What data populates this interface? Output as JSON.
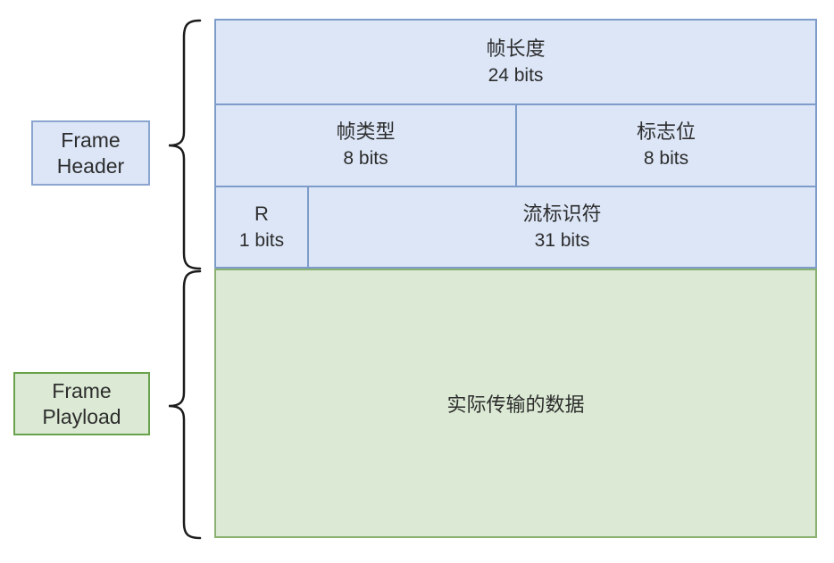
{
  "colors": {
    "blue-fill": "#dce6f7",
    "blue-border": "#7d9cc9",
    "green-fill": "#dcead5",
    "green-border": "#8bb172",
    "label-blue-border": "#8aa5cf",
    "label-green-border": "#69a24c",
    "text": "#2d2d2d",
    "brace": "#1c1c1c"
  },
  "labels": {
    "header": {
      "line1": "Frame",
      "line2": "Header"
    },
    "payload": {
      "line1": "Frame",
      "line2": "Playload"
    }
  },
  "table": {
    "rows": [
      {
        "cells": [
          {
            "name": "帧长度",
            "bits": "24 bits"
          }
        ]
      },
      {
        "cells": [
          {
            "name": "帧类型",
            "bits": "8 bits"
          },
          {
            "name": "标志位",
            "bits": "8 bits"
          }
        ]
      },
      {
        "cells": [
          {
            "name": "R",
            "bits": "1 bits"
          },
          {
            "name": "流标识符",
            "bits": "31 bits"
          }
        ]
      }
    ],
    "payload": {
      "name": "实际传输的数据"
    }
  }
}
